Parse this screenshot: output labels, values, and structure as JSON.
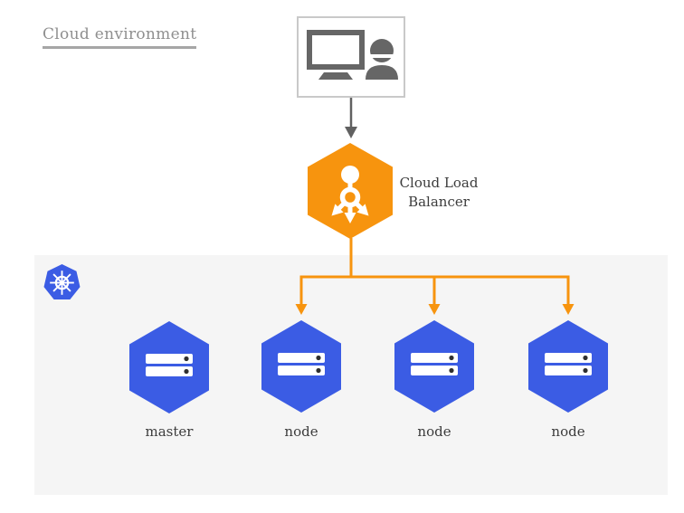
{
  "title": {
    "label": "Cloud environment"
  },
  "client_box": {
    "icon": "workstation-user-icon"
  },
  "flow": {
    "client_to_lb": {
      "icon": "arrow-down-gray"
    },
    "lb_to_nodes": {
      "icon": "arrow-down-orange",
      "branch_count": 3
    }
  },
  "load_balancer": {
    "label": "Cloud Load Balancer",
    "lines": [
      "Cloud Load",
      "Balancer"
    ],
    "icon": "load-balancer-icon",
    "shape": "hexagon"
  },
  "cluster": {
    "icon": "kubernetes-logo-icon",
    "nodes": [
      {
        "label": "master",
        "icon": "server-icon",
        "shape": "hexagon"
      },
      {
        "label": "node",
        "icon": "server-icon",
        "shape": "hexagon"
      },
      {
        "label": "node",
        "icon": "server-icon",
        "shape": "hexagon"
      },
      {
        "label": "node",
        "icon": "server-icon",
        "shape": "hexagon"
      }
    ]
  },
  "colors": {
    "arrow_orange": "#F7940E",
    "hexagon_orange": "#F7940E",
    "hexagon_blue": "#3B5CE4",
    "kubernetes_blue": "#3B5CE4",
    "icon_gray": "#666666",
    "arrow_gray": "#616161",
    "title_gray": "#8F8F8F",
    "label_dark": "#3C3C3C",
    "panel_gray": "#F5F5F5",
    "box_border_gray": "#C9C9C9"
  }
}
